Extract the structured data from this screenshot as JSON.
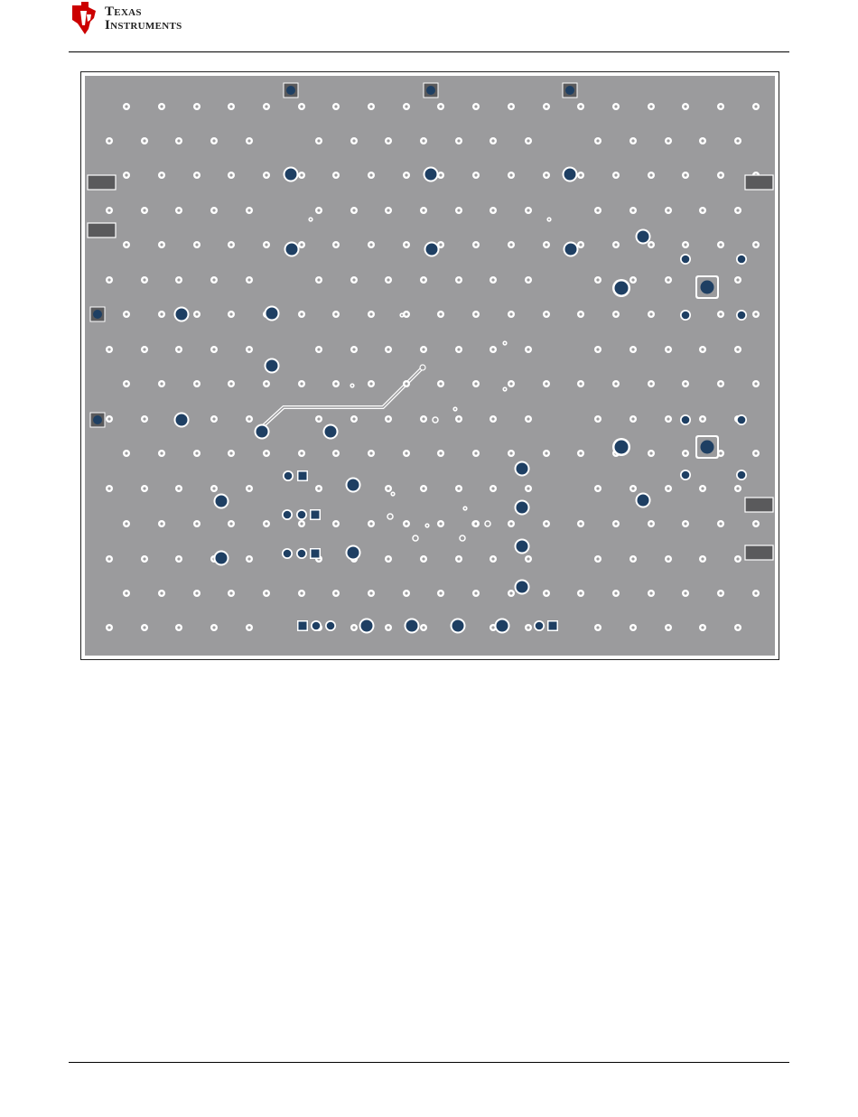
{
  "header": {
    "company_line1": "Texas",
    "company_line2": "Instruments",
    "logo_icon": "ti-logo-icon",
    "logo_color": "#cc0000"
  },
  "figure": {
    "kind": "pcb-layout-bottom-layer",
    "board_color": "#9b9b9d",
    "via_color": "#1e3f63",
    "pad_color": "#5a5a5c"
  }
}
